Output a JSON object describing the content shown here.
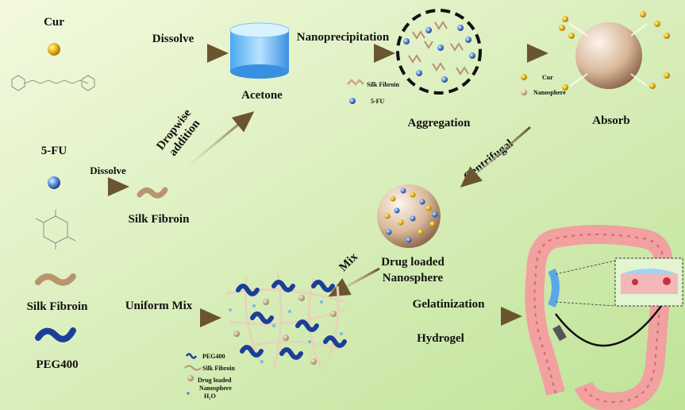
{
  "labels": {
    "cur": "Cur",
    "dissolve_top": "Dissolve",
    "acetone": "Acetone",
    "nanoprecipitation": "Nanoprecipitation",
    "aggregation": "Aggregation",
    "absorb": "Absorb",
    "five_fu": "5-FU",
    "dissolve_mid": "Dissolve",
    "silk_fibroin_mid": "Silk Fibroin",
    "dropwise": "Dropwise",
    "addition": "addition",
    "centrifugal": "Centrifugal",
    "drug_loaded": "Drug loaded",
    "nanosphere": "Nanosphere",
    "mix": "Mix",
    "silk_fibroin_left": "Silk Fibroin",
    "peg400": "PEG400",
    "uniform_mix": "Uniform Mix",
    "gelatinization": "Gelatinization",
    "hydrogel": "Hydrogel"
  },
  "legends": {
    "aggregation": [
      "Silk Fibroin",
      "5-FU"
    ],
    "absorb": [
      "Cur",
      "Nanosphere"
    ],
    "hydrogel": [
      "PEG400",
      "Silk Fibroin",
      "Drug loaded",
      "Nanosphere",
      "H₂O"
    ]
  },
  "colors": {
    "background_light": "#f1f8d8",
    "background_dark": "#c3e59c",
    "curcumin": "#e8b820",
    "five_fu": "#3a6fc0",
    "silk": "#c8a880",
    "peg": "#1a3f9a",
    "arrow": "#6b5530"
  }
}
